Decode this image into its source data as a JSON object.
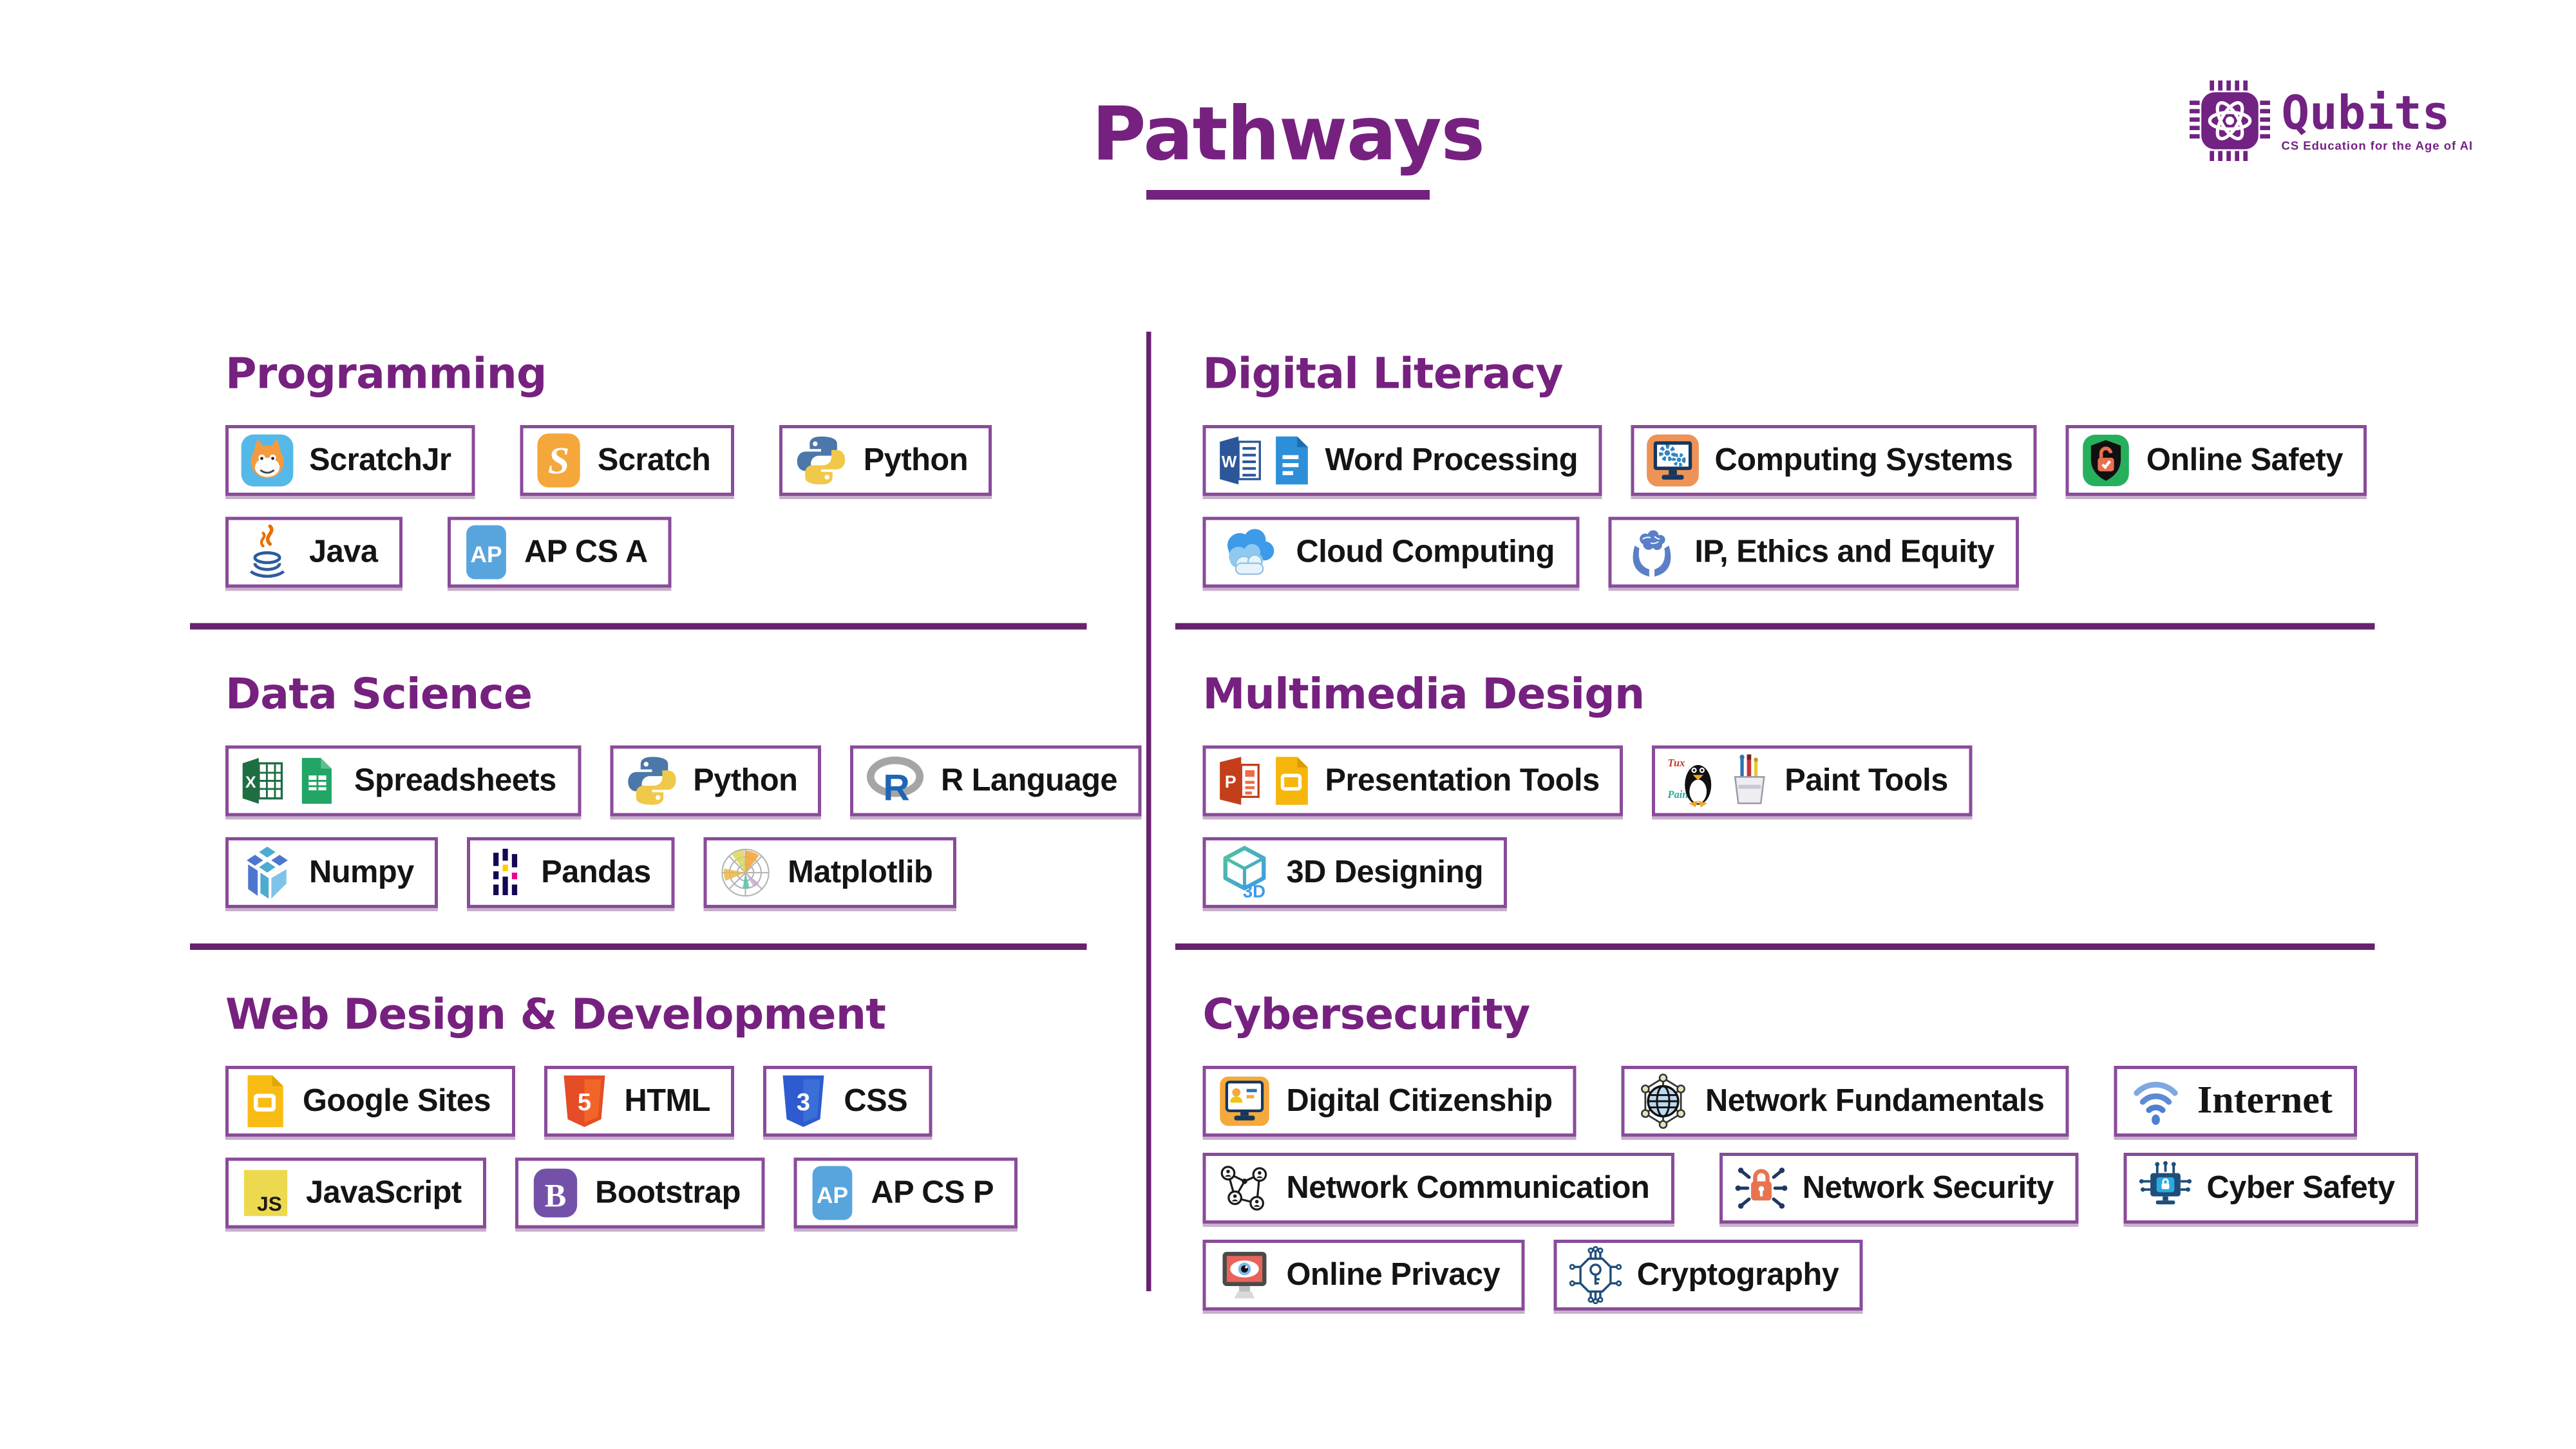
{
  "page": {
    "title": "Pathways"
  },
  "logo": {
    "name": "Qubits",
    "tagline": "CS Education for the Age of AI",
    "icon": "qubits-chip-atom-icon"
  },
  "colors": {
    "heading_purple": "#76217F",
    "divider_purple": "#69216F",
    "chip_border_purple": "#8A4B9A",
    "label_text": "#141414",
    "logo_purple": "#722282"
  },
  "sections": {
    "programming": {
      "title": "Programming",
      "chips": {
        "scratchjr": {
          "label": "ScratchJr",
          "icon": "scratchjr-cat-icon"
        },
        "scratch": {
          "label": "Scratch",
          "icon": "scratch-s-icon"
        },
        "python": {
          "label": "Python",
          "icon": "python-logo-icon"
        },
        "java": {
          "label": "Java",
          "icon": "java-cup-icon"
        },
        "apcsa": {
          "label": "AP CS A",
          "icon": "ap-badge-icon"
        }
      }
    },
    "data_science": {
      "title": "Data Science",
      "chips": {
        "spreadsheets": {
          "label": "Spreadsheets",
          "icon": "excel-sheets-icons"
        },
        "python": {
          "label": "Python",
          "icon": "python-logo-icon"
        },
        "r_language": {
          "label": "R Language",
          "icon": "r-logo-icon"
        },
        "numpy": {
          "label": "Numpy",
          "icon": "numpy-cube-icon"
        },
        "pandas": {
          "label": "Pandas",
          "icon": "pandas-bars-icon"
        },
        "matplotlib": {
          "label": "Matplotlib",
          "icon": "matplotlib-polar-icon"
        }
      }
    },
    "web_design": {
      "title": "Web Design & Development",
      "chips": {
        "google_sites": {
          "label": "Google Sites",
          "icon": "google-sites-doc-icon"
        },
        "html": {
          "label": "HTML",
          "icon": "html5-shield-icon"
        },
        "css": {
          "label": "CSS",
          "icon": "css3-shield-icon"
        },
        "javascript": {
          "label": "JavaScript",
          "icon": "js-square-icon"
        },
        "bootstrap": {
          "label": "Bootstrap",
          "icon": "bootstrap-b-icon"
        },
        "apcsp": {
          "label": "AP CS P",
          "icon": "ap-badge-icon"
        }
      }
    },
    "digital_literacy": {
      "title": "Digital Literacy",
      "chips": {
        "word_processing": {
          "label": "Word Processing",
          "icon": "word-docs-icons"
        },
        "computing_systems": {
          "label": "Computing Systems",
          "icon": "monitor-gears-icon"
        },
        "online_safety": {
          "label": "Online Safety",
          "icon": "shield-lock-icon"
        },
        "cloud_computing": {
          "label": "Cloud Computing",
          "icon": "clouds-icon"
        },
        "ip_ethics": {
          "label": "IP, Ethics and Equity",
          "icon": "hands-brain-icon"
        }
      }
    },
    "multimedia_design": {
      "title": "Multimedia Design",
      "chips": {
        "presentation_tools": {
          "label": "Presentation Tools",
          "icon": "powerpoint-slides-icons"
        },
        "paint_tools": {
          "label": "Paint Tools",
          "icon": "tuxpaint-brushcup-icons"
        },
        "threed_designing": {
          "label": "3D Designing",
          "icon": "cube-3d-icon"
        }
      }
    },
    "cybersecurity": {
      "title": "Cybersecurity",
      "chips": {
        "digital_citizenship": {
          "label": "Digital Citizenship",
          "icon": "monitor-id-card-icon"
        },
        "network_fundamentals": {
          "label": "Network Fundamentals",
          "icon": "globe-network-icon"
        },
        "internet": {
          "label": "Internet",
          "icon": "wifi-signal-icon"
        },
        "network_communication": {
          "label": "Network Communication",
          "icon": "people-network-icon"
        },
        "network_security": {
          "label": "Network Security",
          "icon": "lock-branches-icon"
        },
        "cyber_safety": {
          "label": "Cyber Safety",
          "icon": "circuit-monitor-lock-icon"
        },
        "online_privacy": {
          "label": "Online Privacy",
          "icon": "monitor-eye-icon"
        },
        "cryptography": {
          "label": "Cryptography",
          "icon": "chip-key-icon"
        }
      }
    }
  }
}
